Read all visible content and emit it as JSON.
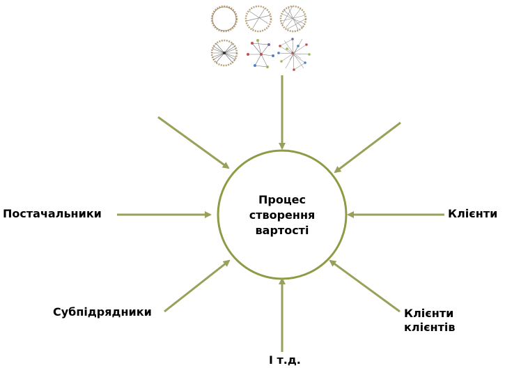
{
  "center": {
    "lines": [
      "Процес",
      "створення",
      "вартості"
    ]
  },
  "labels": {
    "suppliers": "Постачальники",
    "clients": "Клієнти",
    "subcontractors": "Субпідрядники",
    "clients_of_clients_line1": "Клієнти",
    "clients_of_clients_line2": "клієнтів",
    "etc": "І т.д."
  },
  "colors": {
    "arrow": "#9aa05a",
    "circle": "#8f9a45",
    "text": "#000000"
  },
  "network_thumbnails": {
    "count": 6,
    "description_icons": [
      "ring-network-icon",
      "small-world-network-icon",
      "random-rewired-network-icon",
      "hub-network-icon",
      "cluster-network-icon",
      "dense-random-network-icon"
    ]
  }
}
